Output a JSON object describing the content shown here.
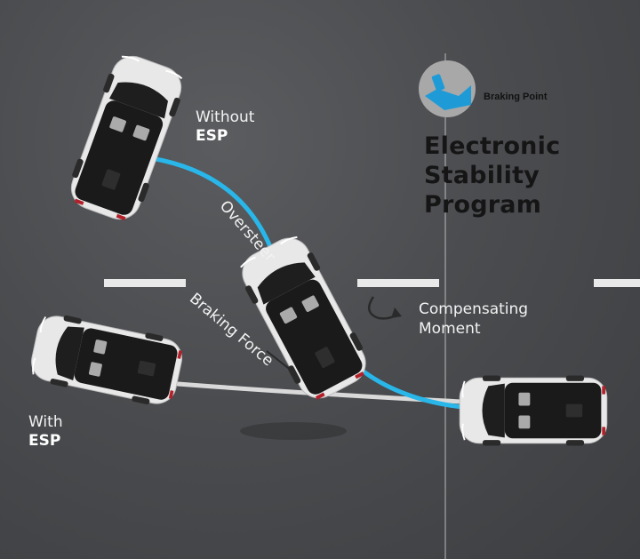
{
  "brand": {
    "name": "Braking Point"
  },
  "title": {
    "line1": "Electronic",
    "line2": "Stability",
    "line3": "Program"
  },
  "labels": {
    "without_1": "Without",
    "without_2": "ESP",
    "with_1": "With",
    "with_2": "ESP",
    "oversteer": "Oversteer",
    "braking_force": "Braking Force",
    "compensating_1": "Compensating",
    "compensating_2": "Moment"
  },
  "colors": {
    "path_without_esp": "#29b6e9",
    "path_with_esp": "#d9d9d9",
    "road": "#4c4e51",
    "car_body": "#e6e6e6",
    "car_roof": "#1a1a1a",
    "title": "#151515",
    "logo_circle": "#a8a8a8",
    "logo_icon": "#1e9bd7"
  }
}
